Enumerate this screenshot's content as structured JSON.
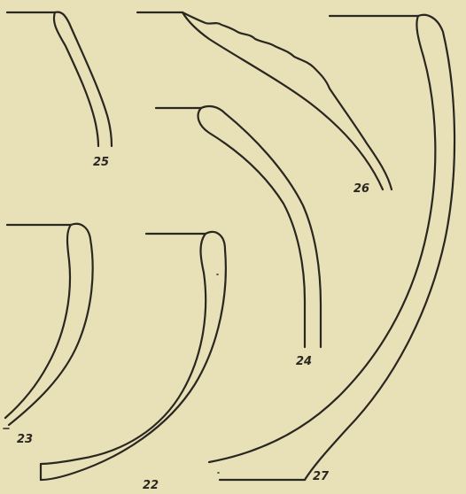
{
  "figure": {
    "labels": {
      "f25": "25",
      "f26": "26",
      "f24": "24",
      "f23": "23",
      "f22": "22",
      "f27": "27"
    }
  }
}
